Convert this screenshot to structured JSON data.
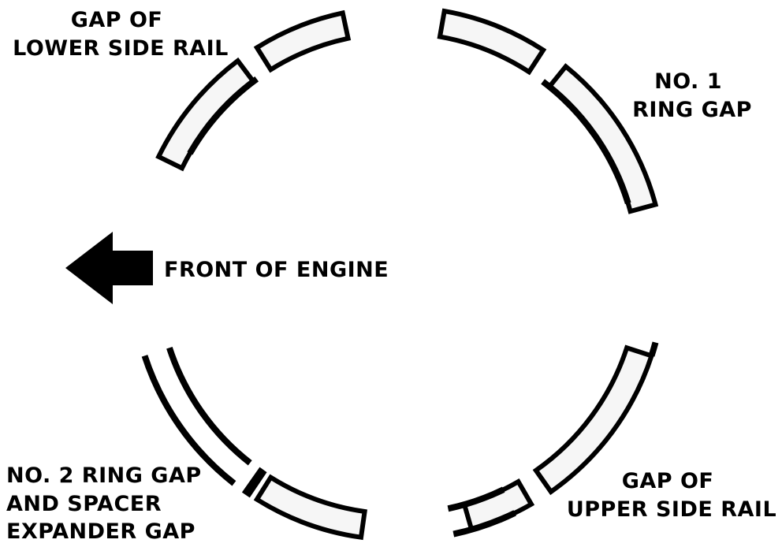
{
  "colors": {
    "ink": "#000000",
    "background": "#ffffff",
    "band_fill": "#f6f6f6"
  },
  "labels": {
    "lower_side_rail": [
      "GAP OF",
      "LOWER SIDE RAIL"
    ],
    "ring_gap_1": [
      "NO. 1",
      "RING GAP"
    ],
    "front_of_engine": "FRONT OF ENGINE",
    "ring_gap_2": [
      "NO. 2 RING GAP",
      "AND SPACER",
      "EXPANDER GAP"
    ],
    "upper_side_rail": [
      "GAP OF",
      "UPPER SIDE RAIL"
    ]
  },
  "icons": {
    "arrow": "arrow-left-icon"
  }
}
